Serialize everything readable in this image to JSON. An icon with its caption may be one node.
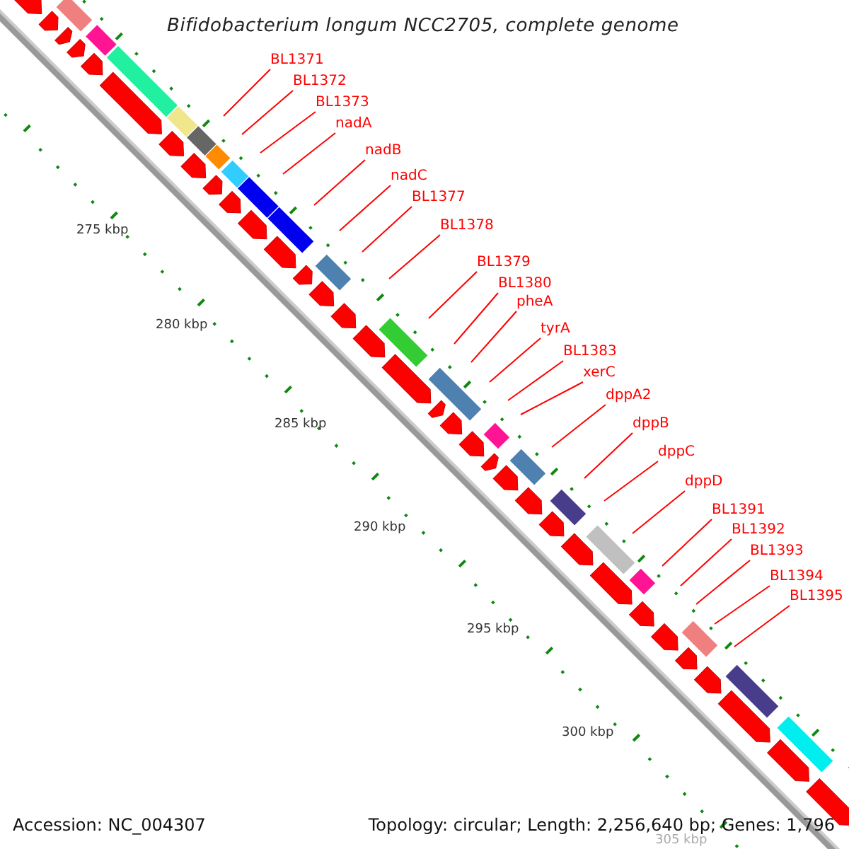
{
  "diagram": {
    "title": "Bifidobacterium longum NCC2705, complete genome",
    "nodes": [
      {
        "text": [
          "BL1371"
        ]
      },
      {
        "text": [
          "BL1372"
        ]
      },
      {
        "text": [
          "BL1373"
        ]
      },
      {
        "text": [
          "nadA"
        ]
      },
      {
        "text": [
          "nadB"
        ]
      },
      {
        "text": [
          "nadC"
        ]
      },
      {
        "text": [
          "BL1377"
        ]
      },
      {
        "text": [
          "BL1378"
        ]
      },
      {
        "text": [
          "BL1379"
        ]
      },
      {
        "text": [
          "BL1380"
        ]
      },
      {
        "text": [
          "pheA"
        ]
      },
      {
        "text": [
          "tyrA"
        ]
      },
      {
        "text": [
          "BL1383"
        ]
      },
      {
        "text": [
          "xerC"
        ]
      },
      {
        "text": [
          "dppA2"
        ]
      },
      {
        "text": [
          "dppB"
        ]
      },
      {
        "text": [
          "dppC"
        ]
      },
      {
        "text": [
          "dppD"
        ]
      },
      {
        "text": [
          "BL1391"
        ]
      },
      {
        "text": [
          "BL1392"
        ]
      },
      {
        "text": [
          "BL1393"
        ]
      },
      {
        "text": [
          "BL1394"
        ]
      },
      {
        "text": [
          "BL1395"
        ]
      }
    ],
    "edges": [
      {
        "from": 0,
        "to": null,
        "arrow": "none"
      },
      {
        "from": 1,
        "to": null,
        "arrow": "none"
      },
      {
        "from": 2,
        "to": null,
        "arrow": "none"
      },
      {
        "from": 3,
        "to": null,
        "arrow": "none"
      },
      {
        "from": 4,
        "to": null,
        "arrow": "none"
      },
      {
        "from": 5,
        "to": null,
        "arrow": "none"
      },
      {
        "from": 6,
        "to": null,
        "arrow": "none"
      },
      {
        "from": 7,
        "to": null,
        "arrow": "none"
      },
      {
        "from": 8,
        "to": null,
        "arrow": "none"
      },
      {
        "from": 9,
        "to": null,
        "arrow": "none"
      },
      {
        "from": 10,
        "to": null,
        "arrow": "none"
      },
      {
        "from": 11,
        "to": null,
        "arrow": "none"
      },
      {
        "from": 12,
        "to": null,
        "arrow": "none"
      },
      {
        "from": 13,
        "to": null,
        "arrow": "none"
      },
      {
        "from": 14,
        "to": null,
        "arrow": "none"
      },
      {
        "from": 15,
        "to": null,
        "arrow": "none"
      },
      {
        "from": 16,
        "to": null,
        "arrow": "none"
      },
      {
        "from": 17,
        "to": null,
        "arrow": "none"
      },
      {
        "from": 18,
        "to": null,
        "arrow": "none"
      },
      {
        "from": 19,
        "to": null,
        "arrow": "none"
      },
      {
        "from": 20,
        "to": null,
        "arrow": "none"
      },
      {
        "from": 21,
        "to": null,
        "arrow": "none"
      },
      {
        "from": 22,
        "to": null,
        "arrow": "none"
      }
    ],
    "labels": [
      "275 kbp",
      "280 kbp",
      "285 kbp",
      "290 kbp",
      "295 kbp",
      "300 kbp",
      "305 kbp",
      "Accession: NC_004307",
      "Topology: circular; Length: 2,256,640 bp; Genes: 1,796"
    ]
  }
}
